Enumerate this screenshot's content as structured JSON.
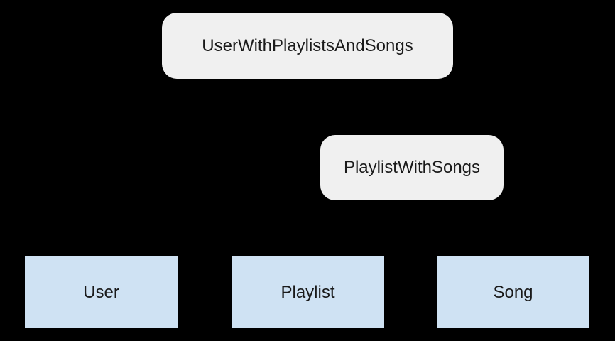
{
  "canvas": {
    "background_color": "#000000"
  },
  "diagram": {
    "relation_fill_color": "#f0f0f0",
    "entity_fill_color": "#cfe2f3",
    "text_color": "#1a1a1a",
    "nodes": [
      {
        "id": "user-with-playlists-and-songs",
        "label": "UserWithPlaylistsAndSongs",
        "kind": "relation",
        "fill": "#f0f0f0"
      },
      {
        "id": "playlist-with-songs",
        "label": "PlaylistWithSongs",
        "kind": "relation",
        "fill": "#f0f0f0"
      },
      {
        "id": "user",
        "label": "User",
        "kind": "entity",
        "fill": "#cfe2f3"
      },
      {
        "id": "playlist",
        "label": "Playlist",
        "kind": "entity",
        "fill": "#cfe2f3"
      },
      {
        "id": "song",
        "label": "Song",
        "kind": "entity",
        "fill": "#cfe2f3"
      }
    ]
  }
}
